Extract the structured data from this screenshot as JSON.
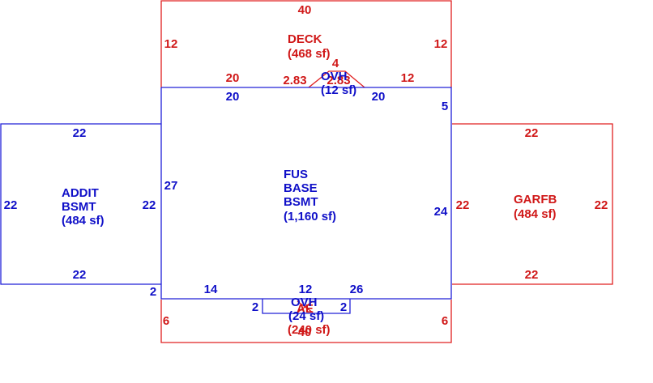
{
  "colors": {
    "blue": "#1010c8",
    "red": "#d01818"
  },
  "areas": {
    "deck": {
      "name": "DECK",
      "area": "(468 sf)"
    },
    "ovh_top": {
      "name": "OVH",
      "area": "(12 sf)"
    },
    "fus": {
      "line1": "FUS",
      "line2": "BASE",
      "line3": "BSMT",
      "area": "(1,160 sf)"
    },
    "addit": {
      "line1": "ADDIT",
      "line2": "BSMT",
      "area": "(484 sf)"
    },
    "garfb": {
      "name": "GARFB",
      "area": "(484 sf)"
    },
    "ovh_bottom": {
      "name": "OVH",
      "area": "(24 sf)"
    },
    "bottom_red": {
      "name": "AE",
      "area": "(240 sf)"
    }
  },
  "dimensions": {
    "deck_top": "40",
    "deck_left": "12",
    "deck_right": "12",
    "deck_bottom_left": "20",
    "deck_bottom_right": "12",
    "ovh_top_left": "2.83",
    "ovh_top_right": "2.83",
    "ovh_top_height": "4",
    "fus_top_left": "20",
    "fus_top_right": "20",
    "fus_right_top": "5",
    "fus_left": "27",
    "fus_right": "24",
    "fus_bottom_left": "14",
    "fus_bottom_mid": "12",
    "fus_bottom_right": "26",
    "fus_bottom_left_jog": "2",
    "ovh_bottom_left": "2",
    "ovh_bottom_right": "2",
    "addit_top": "22",
    "addit_left": "22",
    "addit_right": "22",
    "addit_bottom": "22",
    "garfb_top": "22",
    "garfb_left": "22",
    "garfb_right": "22",
    "garfb_bottom": "22",
    "bottom_left": "6",
    "bottom_right": "6",
    "bottom_bottom": "40"
  }
}
